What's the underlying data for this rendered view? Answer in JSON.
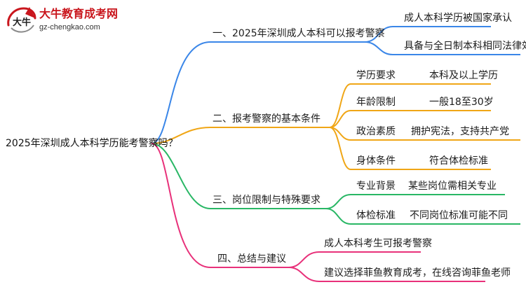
{
  "logo": {
    "title": "大牛教育成考网",
    "url": "gz-chengkao.com",
    "mark_text": "大牛"
  },
  "mindmap": {
    "root": "2025年深圳成人本科学历能考警察吗？",
    "branches": [
      {
        "label": "一、2025年深圳成人本科可以报考警察",
        "color": "#3a86e8",
        "children": [
          {
            "label": "成人本科学历被国家承认"
          },
          {
            "label": "具备与全日制本科相同法律效力"
          }
        ]
      },
      {
        "label": "二、报考警察的基本条件",
        "color": "#f0a616",
        "children": [
          {
            "label": "学历要求",
            "value": "本科及以上学历"
          },
          {
            "label": "年龄限制",
            "value": "一般18至30岁"
          },
          {
            "label": "政治素质",
            "value": "拥护宪法，支持共产党"
          },
          {
            "label": "身体条件",
            "value": "符合体检标准"
          }
        ]
      },
      {
        "label": "三、岗位限制与特殊要求",
        "color": "#29b765",
        "children": [
          {
            "label": "专业背景",
            "value": "某些岗位需相关专业"
          },
          {
            "label": "体检标准",
            "value": "不同岗位标准可能不同"
          }
        ]
      },
      {
        "label": "四、总结与建议",
        "color": "#e8317a",
        "children": [
          {
            "label": "成人本科考生可报考警察"
          },
          {
            "label": "建议选择菲鱼教育成考，在线咨询菲鱼老师"
          }
        ]
      }
    ]
  }
}
